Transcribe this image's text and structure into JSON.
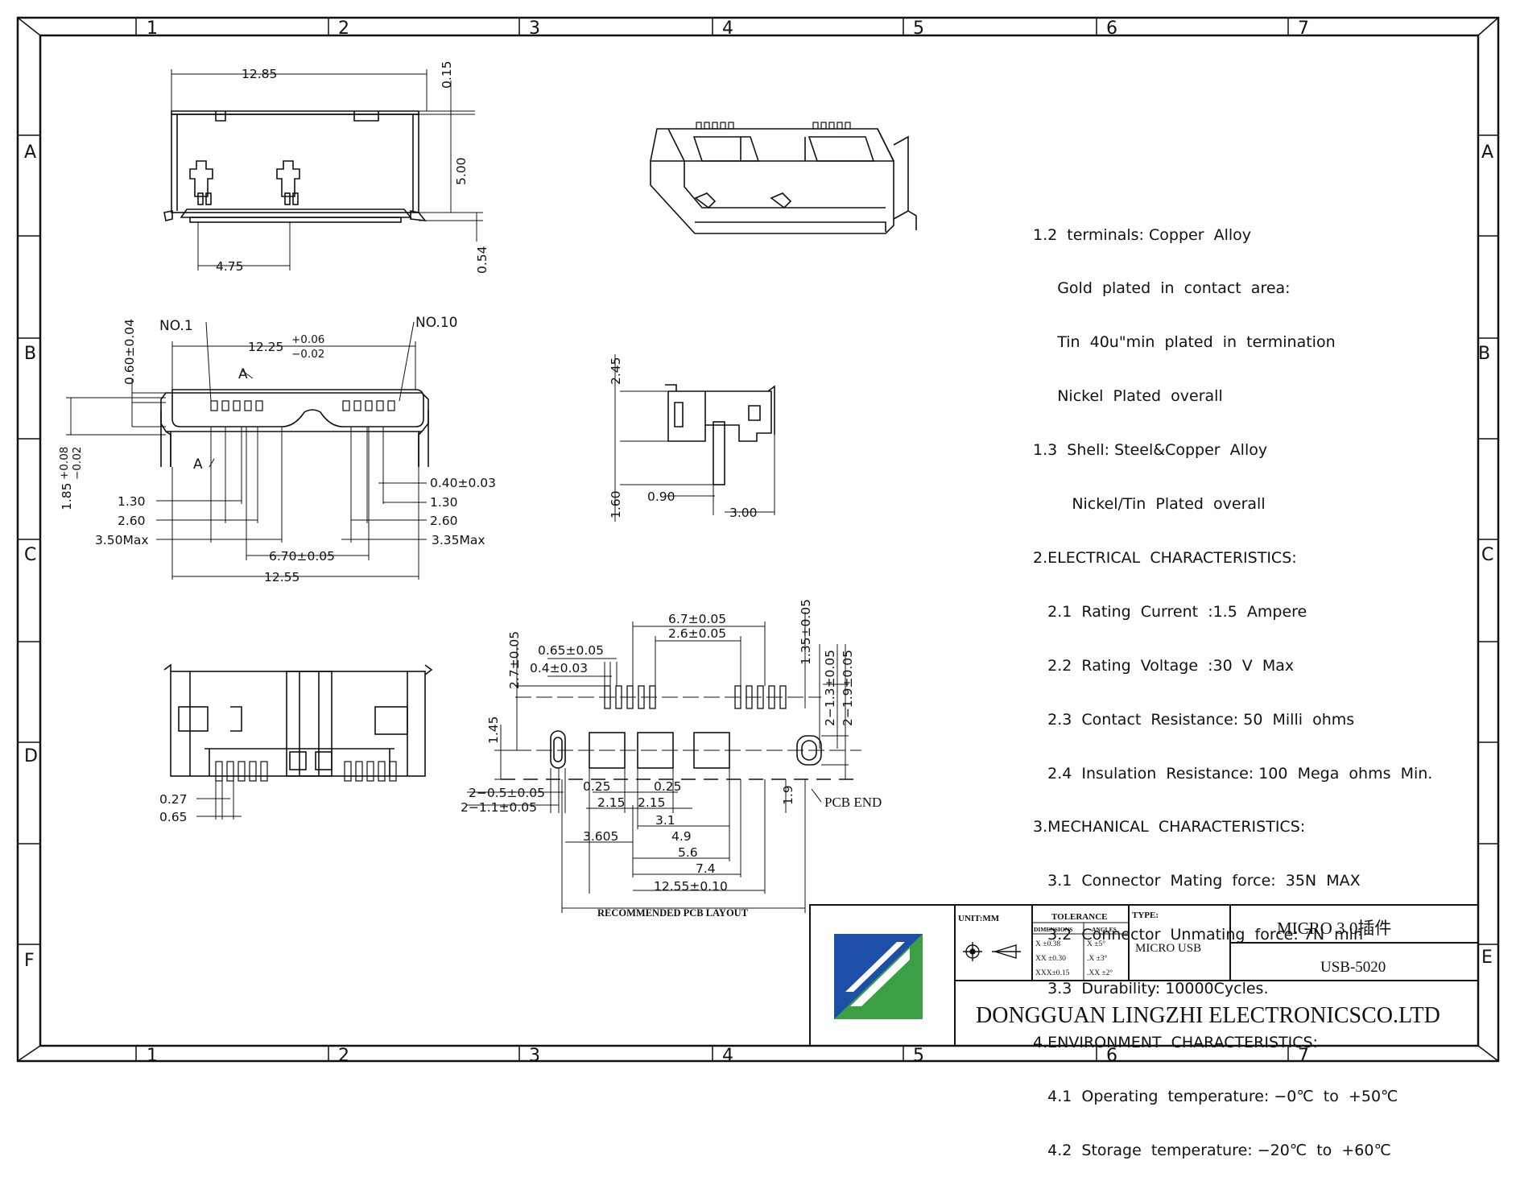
{
  "frame": {
    "columns": [
      "1",
      "2",
      "3",
      "4",
      "5",
      "6",
      "7"
    ],
    "rows_left": [
      "A",
      "B",
      "C",
      "D",
      "F"
    ],
    "rows_right": [
      "A",
      "B",
      "C",
      "E"
    ]
  },
  "dimensions": {
    "top_view": {
      "width": "12.85",
      "shell": "0.15",
      "height": "5.00",
      "pin": "0.54",
      "peg": "4.75"
    },
    "front_view": {
      "no1": "NO.1",
      "no10": "NO.10",
      "w1": "12.25",
      "w1_tol_plus": "+0.06",
      "w1_tol_minus": "−0.02",
      "t1": "0.60±0.04",
      "section": "A",
      "h1": "1.85",
      "h1_tol_plus": "+0.08",
      "h1_tol_minus": "−0.02",
      "l130": "1.30",
      "l260": "2.60",
      "l350": "3.50Max",
      "r040": "0.40±0.03",
      "r130": "1.30",
      "r260": "2.60",
      "r335": "3.35Max",
      "c670": "6.70±0.05",
      "b1255": "12.55"
    },
    "side_view": {
      "v245": "2.45",
      "v160": "1.60",
      "h090": "0.90",
      "h300": "3.00"
    },
    "bottom_view": {
      "d027": "0.27",
      "d065": "0.65"
    },
    "pcb": {
      "a67": "6.7±0.05",
      "a26": "2.6±0.05",
      "a065": "0.65±0.05",
      "a04": "0.4±0.03",
      "v27": "2.7±0.05",
      "v135": "1.35±0.05",
      "v213": "2−1.3±0.05",
      "v219": "2−1.9±0.05",
      "v145": "1.45",
      "v19": "1.9",
      "h05": "2−0.5±0.05",
      "h11": "2−1.1±0.05",
      "p025a": "0.25",
      "p025b": "0.25",
      "p215a": "2.15",
      "p215b": "2.15",
      "p31": "3.1",
      "p49": "4.9",
      "p3605": "3.605",
      "p56": "5.6",
      "p74": "7.4",
      "p1255": "12.55±0.10",
      "pcb_end": "PCB END",
      "caption": "RECOMMENDED PCB LAYOUT"
    }
  },
  "specs": [
    "1.2  terminals: Copper  Alloy",
    "     Gold  plated  in  contact  area:",
    "     Tin  40u\"min  plated  in  termination",
    "     Nickel  Plated  overall",
    "1.3  Shell: Steel&Copper  Alloy",
    "        Nickel/Tin  Plated  overall",
    "2.ELECTRICAL  CHARACTERISTICS:",
    "   2.1  Rating  Current  :1.5  Ampere",
    "   2.2  Rating  Voltage  :30  V  Max",
    "   2.3  Contact  Resistance: 50  Milli  ohms",
    "   2.4  Insulation  Resistance: 100  Mega  ohms  Min.",
    "3.MECHANICAL  CHARACTERISTICS:",
    "   3.1  Connector  Mating  force:  35N  MAX",
    "   3.2  Connector  Unmating  force: 7N  min",
    "   3.3  Durability: 10000Cycles.",
    "4.ENVIRONMENT  CHARACTERISTICS:",
    "   4.1  Operating  temperature: −0℃  to  +50℃",
    "   4.2  Storage  temperature: −20℃  to  +60℃"
  ],
  "title_block": {
    "unit": "UNIT:MM",
    "tolerance": "TOLERANCE",
    "dimensions_hdr": "DIMENSIONS",
    "angles_hdr": "ANGLES",
    "tol_rows": [
      {
        "dim": "X  ±0.38",
        "ang": "X  ±5°"
      },
      {
        "dim": "XX  ±0.30",
        "ang": ".X  ±3°"
      },
      {
        "dim": "XXX±0.15",
        "ang": ".XX ±2°"
      }
    ],
    "type_label": "TYPE:",
    "type_value": "MICRO USB",
    "product_name": "MICRO 3.0插件",
    "part_number": "USB-5020",
    "company": "DONGGUAN LINGZHI ELECTRONICSCO.LTD",
    "logo_colors": {
      "blue": "#1e4fa8",
      "green": "#3aa043",
      "white": "#ffffff"
    }
  }
}
